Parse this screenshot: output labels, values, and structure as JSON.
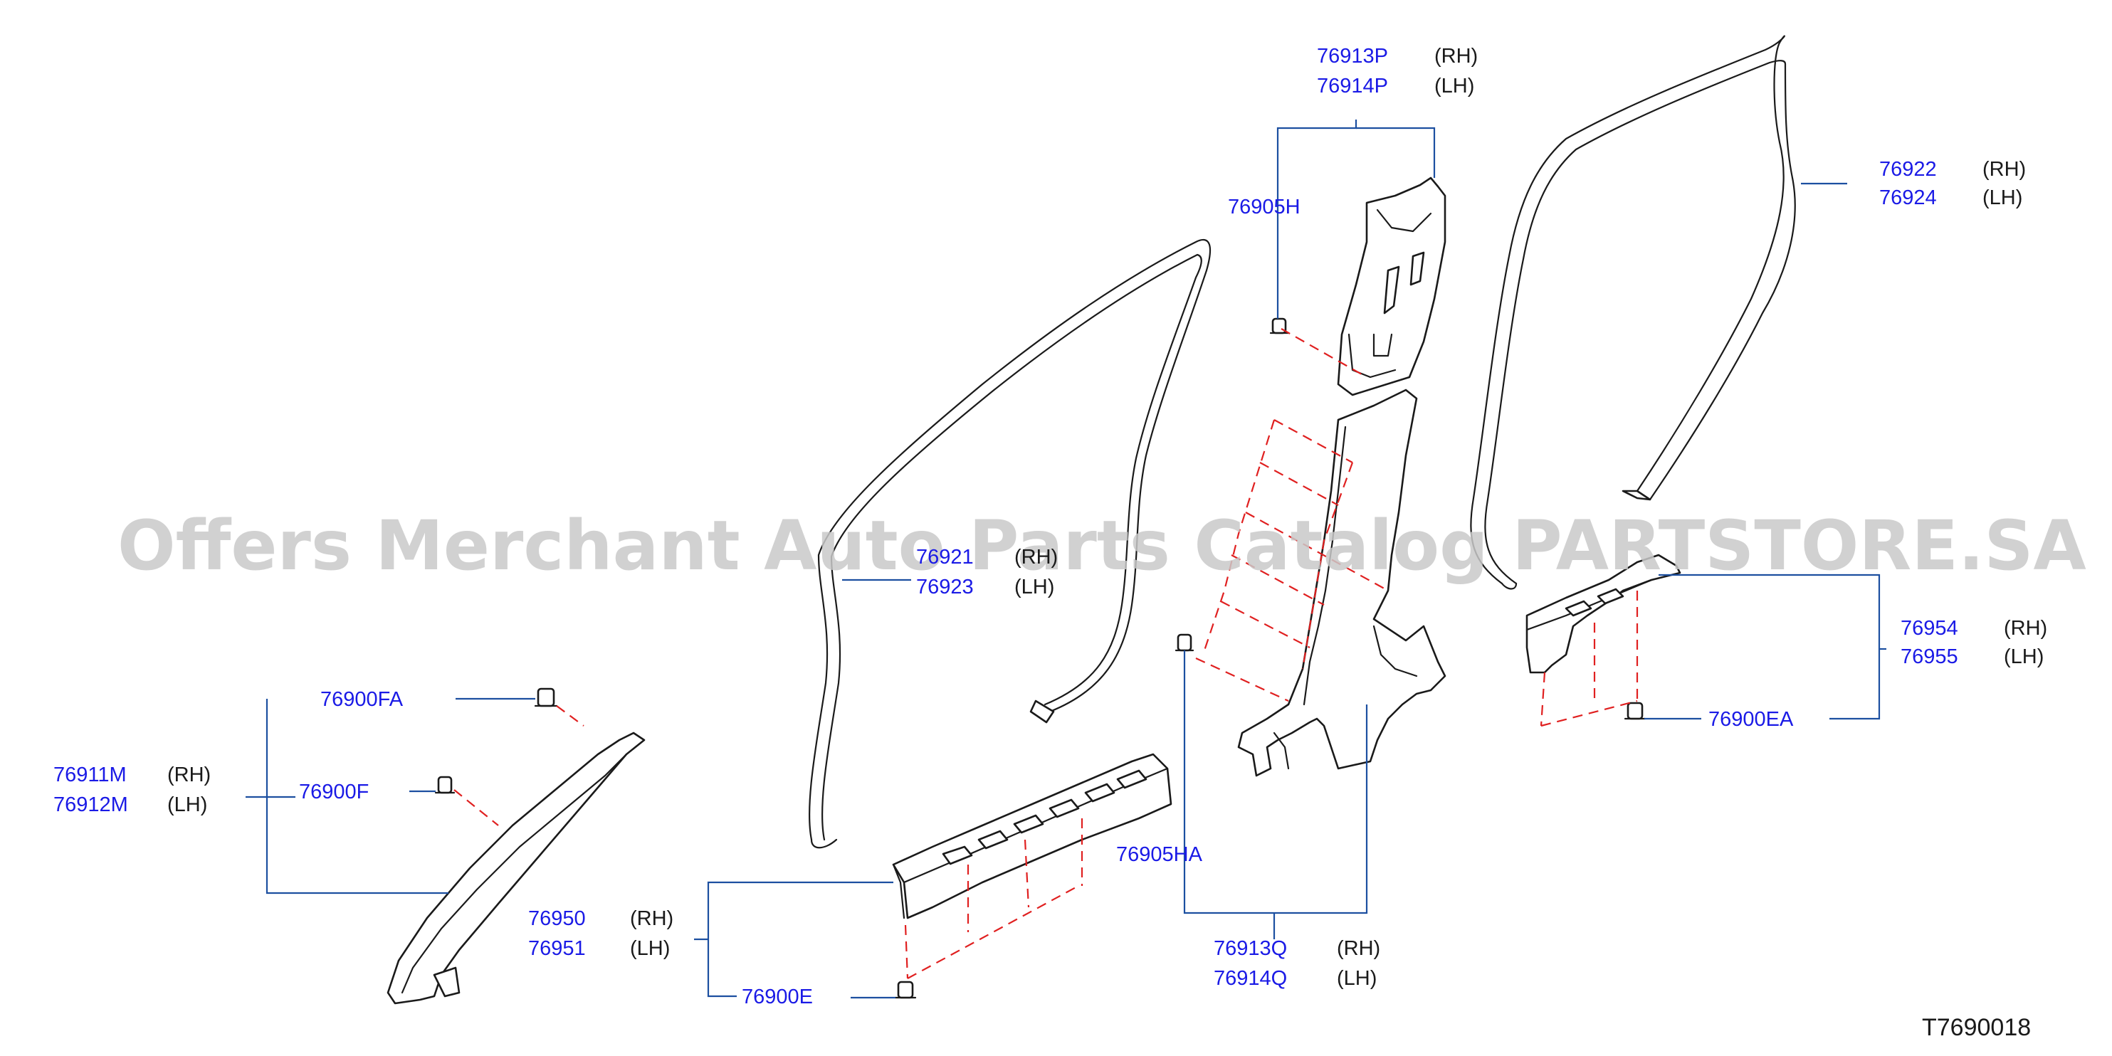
{
  "diagram_code": "T7690018",
  "watermark": "Offers Merchant Auto Parts Catalog PARTSTORE.SA",
  "colors": {
    "part_number": "#1a1ae6",
    "leader": "#1c4fa0",
    "dashed_guide": "#e02020",
    "outline": "#1a1a1a"
  },
  "parts": [
    {
      "id": "p76913P",
      "number": "76913P",
      "side": "(RH)"
    },
    {
      "id": "p76914P",
      "number": "76914P",
      "side": "(LH)"
    },
    {
      "id": "p76905H",
      "number": "76905H",
      "side": ""
    },
    {
      "id": "p76922",
      "number": "76922",
      "side": "(RH)"
    },
    {
      "id": "p76924",
      "number": "76924",
      "side": "(LH)"
    },
    {
      "id": "p76921",
      "number": "76921",
      "side": "(RH)"
    },
    {
      "id": "p76923",
      "number": "76923",
      "side": "(LH)"
    },
    {
      "id": "p76954",
      "number": "76954",
      "side": "(RH)"
    },
    {
      "id": "p76955",
      "number": "76955",
      "side": "(LH)"
    },
    {
      "id": "p76900EA",
      "number": "76900EA",
      "side": ""
    },
    {
      "id": "p76900FA",
      "number": "76900FA",
      "side": ""
    },
    {
      "id": "p76911M",
      "number": "76911M",
      "side": "(RH)"
    },
    {
      "id": "p76912M",
      "number": "76912M",
      "side": "(LH)"
    },
    {
      "id": "p76900F",
      "number": "76900F",
      "side": ""
    },
    {
      "id": "p76905HA",
      "number": "76905HA",
      "side": ""
    },
    {
      "id": "p76950",
      "number": "76950",
      "side": "(RH)"
    },
    {
      "id": "p76951",
      "number": "76951",
      "side": "(LH)"
    },
    {
      "id": "p76913Q",
      "number": "76913Q",
      "side": "(RH)"
    },
    {
      "id": "p76914Q",
      "number": "76914Q",
      "side": "(LH)"
    },
    {
      "id": "p76900E",
      "number": "76900E",
      "side": ""
    }
  ]
}
